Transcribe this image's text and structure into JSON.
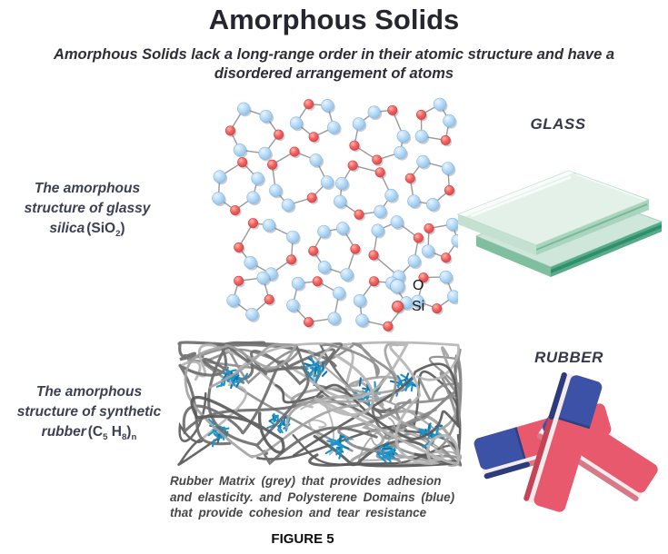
{
  "header": {
    "title": "Amorphous Solids",
    "subtitle_line1": "Amorphous Solids lack a long-range order in their atomic structure and have a",
    "subtitle_line2": "disordered arrangement of atoms"
  },
  "silica": {
    "label_line1": "The amorphous",
    "label_line2": "structure of glassy",
    "word": "silica",
    "formula": {
      "open": "(SiO",
      "sub": "2",
      "close": ")"
    },
    "image_label": "GLASS",
    "legend": [
      {
        "label": "O",
        "color": "#b5d9f5"
      },
      {
        "label": "Si",
        "color": "#f2605e"
      }
    ]
  },
  "rubber": {
    "label_line1": "The amorphous",
    "label_line2": "structure of synthetic",
    "word": "rubber",
    "formula": {
      "open": "(C",
      "sub1": "5",
      "mid": " H",
      "sub2": "8",
      "close": ")",
      "subn": "n"
    },
    "image_label": "RUBBER",
    "caption_line1": "Rubber Matrix (grey) that provides adhesion",
    "caption_line2": "and elasticity. and Polysterene Domains (blue)",
    "caption_line3": "that provide cohesion and tear resistance"
  },
  "figure_label": "FIGURE 5",
  "colors": {
    "atom_o": "#b5d9f5",
    "atom_o_stroke": "#8bb9e0",
    "atom_si": "#f2605e",
    "atom_si_stroke": "#cc4444",
    "bond": "#999999",
    "polymer_greys": [
      "#6e6e6e",
      "#8c8c8c",
      "#a3a3a3",
      "#5a5a5a",
      "#b5b5b5"
    ],
    "domain_blue": "#1b94cc",
    "domain_blue_dark": "#0e76a8",
    "glass_tint": "#dfeee6",
    "glass_edge": "#4f9d7a",
    "eraser_blue": "#3c52a6",
    "eraser_red": "#e8596e"
  }
}
